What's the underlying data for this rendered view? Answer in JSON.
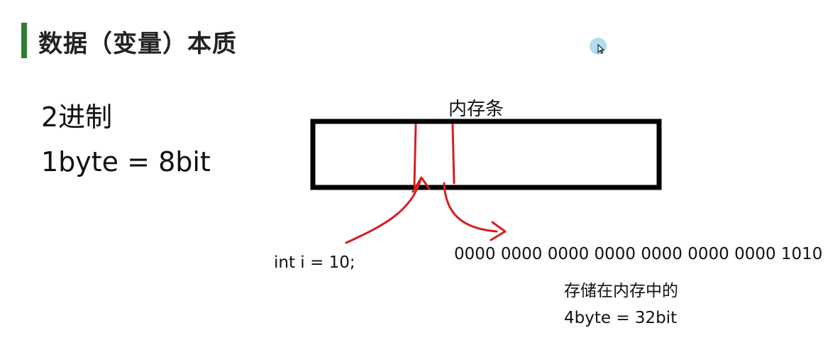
{
  "slide": {
    "title": "数据（变量）本质",
    "binary_label": "2进制",
    "byte_equation": "1byte = 8bit",
    "memory_label": "内存条",
    "code_example": "int i = 10;",
    "binary_value": "0000 0000 0000 0000 0000 0000 0000 1010",
    "stored_caption": "存储在内存中的",
    "size_equation": "4byte = 32bit"
  },
  "colors": {
    "accent_bar": "#2e7d32",
    "annotation": "#d42020",
    "box_stroke": "#000000"
  },
  "icons": {
    "cursor": "mouse-cursor-icon"
  }
}
